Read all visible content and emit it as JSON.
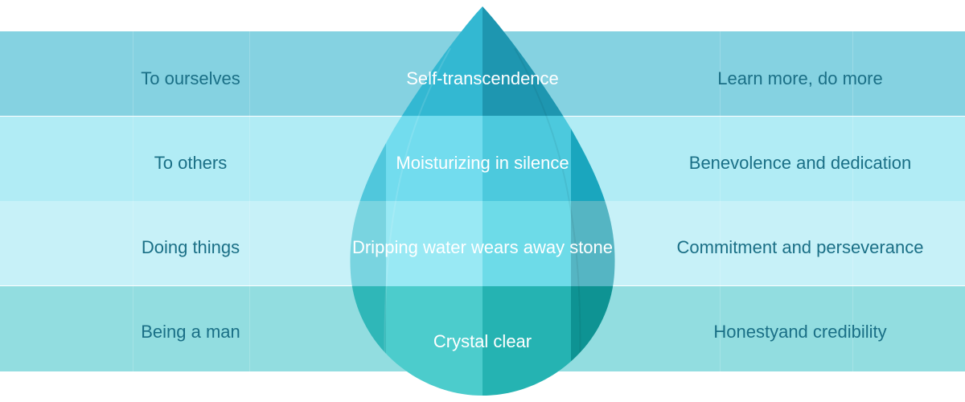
{
  "rows": [
    {
      "left": "To ourselves",
      "center": "Self-transcendence",
      "right": "Learn more, do more"
    },
    {
      "left": "To others",
      "center": "Moisturizing in silence",
      "right": "Benevolence and dedication"
    },
    {
      "left": "Doing things",
      "center": "Dripping water wears away stone",
      "right": "Commitment and perseverance"
    },
    {
      "left": "Being a man",
      "center": "Crystal clear",
      "right": "Honestyand credibility"
    }
  ],
  "colors": {
    "band_1": "#85d2e1",
    "band_2": "#b1ecf5",
    "band_3": "#c7f1f8",
    "band_4": "#92dde0",
    "text_side": "#1a6f86",
    "text_drop": "#ffffff"
  }
}
